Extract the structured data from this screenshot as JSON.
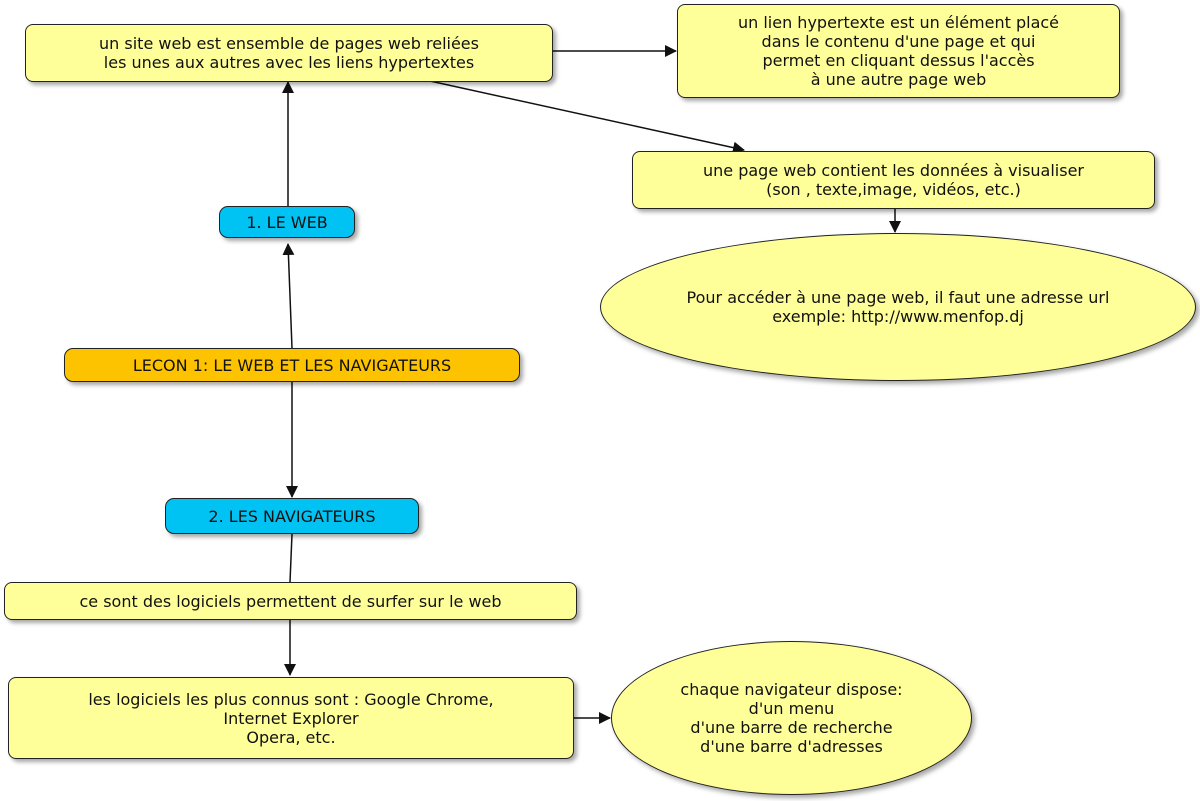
{
  "diagram": {
    "nodes": {
      "site_web": "un site web est ensemble de pages web reliées\nles unes aux autres avec les liens hypertextes",
      "lien_hypertexte": "un lien hypertexte est un élément placé\ndans le contenu d'une page et qui\npermet en cliquant dessus l'accès\nà une autre page web",
      "page_web": "une page web contient les données à visualiser\n(son , texte,image, vidéos, etc.)",
      "adresse_url": "Pour accéder à une page web, il faut une adresse url\nexemple: http://www.menfop.dj",
      "le_web": "1. LE WEB",
      "lecon": "LECON 1: LE WEB ET LES NAVIGATEURS",
      "navigateurs": "2. LES NAVIGATEURS",
      "logiciels_surfer": "ce sont des logiciels permettent de surfer sur le web",
      "logiciels_connus": "les logiciels les plus connus sont : Google Chrome,\nInternet Explorer\nOpera, etc.",
      "navigateur_dispose": "chaque navigateur dispose:\nd'un menu\nd'une barre de recherche\nd'une barre d'adresses"
    },
    "edges": [
      {
        "from": "lecon",
        "to": "le_web",
        "arrow": true
      },
      {
        "from": "le_web",
        "to": "site_web",
        "arrow": true
      },
      {
        "from": "site_web",
        "to": "lien_hypertexte",
        "arrow": true
      },
      {
        "from": "site_web",
        "to": "page_web",
        "arrow": true
      },
      {
        "from": "page_web",
        "to": "adresse_url",
        "arrow": true
      },
      {
        "from": "lecon",
        "to": "navigateurs",
        "arrow": true
      },
      {
        "from": "navigateurs",
        "to": "logiciels_surfer",
        "arrow": false
      },
      {
        "from": "logiciels_surfer",
        "to": "logiciels_connus",
        "arrow": true
      },
      {
        "from": "logiciels_connus",
        "to": "navigateur_dispose",
        "arrow": true
      }
    ]
  },
  "colors": {
    "box_fill": "#ffff99",
    "topic_fill": "#00c3f3",
    "root_fill": "#fdc300",
    "line": "#111111"
  }
}
